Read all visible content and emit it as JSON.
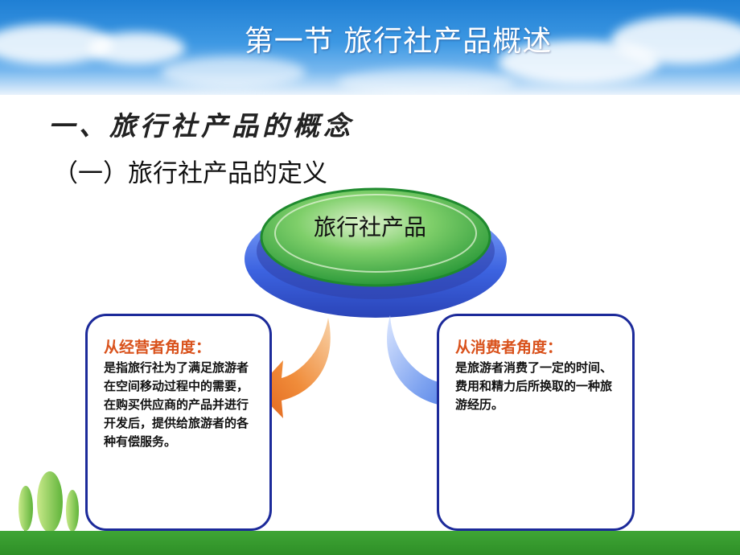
{
  "slide": {
    "title": "第一节  旅行社产品概述",
    "heading1": "一、旅行社产品的概念",
    "heading2": "（一）旅行社产品的定义"
  },
  "diagram": {
    "center_label": "旅行社产品",
    "left_box": {
      "title": "从经营者角度：",
      "body": "是指旅行社为了满足旅游者在空间移动过程中的需要，在购买供应商的产品并进行开发后，提供给旅游者的各种有偿服务。"
    },
    "right_box": {
      "title": "从消费者角度：",
      "body": "是旅游者消费了一定的时间、费用和精力后所换取的一种旅游经历。"
    }
  },
  "colors": {
    "title_text": "#ffffff",
    "box_title": "#d9521c",
    "box_border": "#1c2a9a",
    "ellipse_green": "#3db34a",
    "ellipse_blue": "#3c63e0",
    "left_arrow": "#e8741f",
    "right_arrow": "#5f8de8",
    "grass": "#3fa535"
  }
}
